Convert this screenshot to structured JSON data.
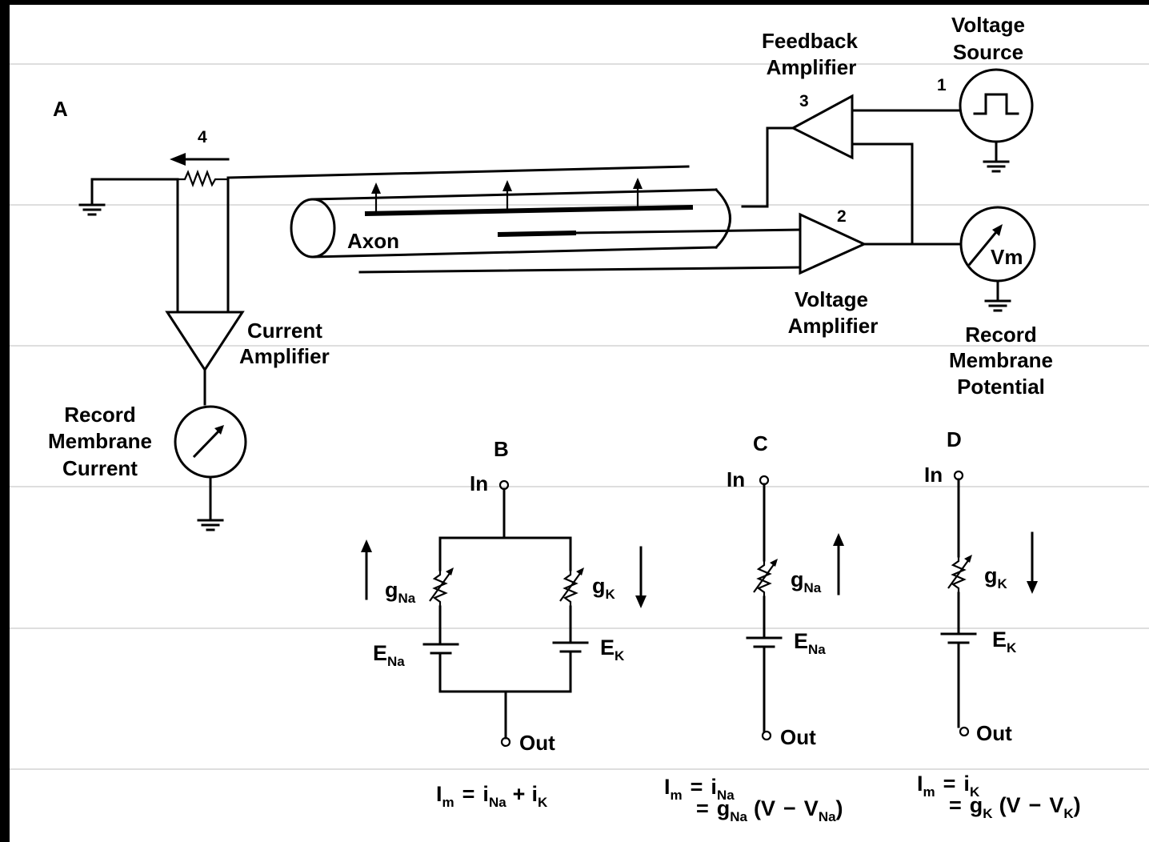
{
  "panels": {
    "a": "A",
    "b": "B",
    "c": "C",
    "d": "D"
  },
  "labels": {
    "voltage_source": [
      "Voltage",
      "Source"
    ],
    "feedback_amplifier": [
      "Feedback",
      "Amplifier"
    ],
    "voltage_amplifier": [
      "Voltage",
      "Amplifier"
    ],
    "current_amplifier": [
      "Current",
      "Amplifier"
    ],
    "record_potential": [
      "Record",
      "Membrane",
      "Potential"
    ],
    "record_current": [
      "Record",
      "Membrane",
      "Current"
    ],
    "axon": "Axon",
    "vm": "Vm"
  },
  "numbers": {
    "n1": "1",
    "n2": "2",
    "n3": "3",
    "n4": "4"
  },
  "circuit": {
    "in": "In",
    "out": "Out",
    "g": "g",
    "e": "E",
    "na": "Na",
    "k": "K"
  },
  "equations": {
    "b": {
      "lhs": "I",
      "lhs_sub": "m",
      "eq": "=",
      "t1": "i",
      "t1_sub": "Na",
      "plus": "+",
      "t2": "i",
      "t2_sub": "K"
    },
    "c": {
      "lhs": "I",
      "lhs_sub": "m",
      "eq": "=",
      "t1": "i",
      "t1_sub": "Na",
      "eq2": "=",
      "g": "g",
      "g_sub": "Na",
      "paren_open": "(V",
      "minus": "−",
      "v": "V",
      "v_sub": "Na",
      "paren_close": ")"
    },
    "d": {
      "lhs": "I",
      "lhs_sub": "m",
      "eq": "=",
      "t1": "i",
      "t1_sub": "K",
      "eq2": "=",
      "g": "g",
      "g_sub": "K",
      "paren_open": "(V",
      "minus": "−",
      "v": "V",
      "v_sub": "K",
      "paren_close": ")"
    }
  },
  "colors": {
    "frame": "#000000",
    "paper": "#ffffff",
    "ink": "#000000",
    "rule": "#bdbdbd"
  }
}
